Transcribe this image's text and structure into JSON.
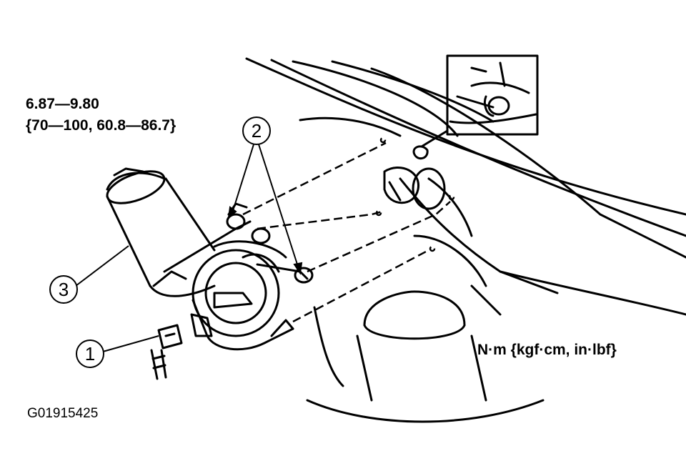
{
  "labels": {
    "torque_line1": "6.87—9.80",
    "torque_line2": "{70—100, 60.8—86.7}",
    "units": "N·m {kgf·cm, in·lbf}",
    "figure_id": "G01915425"
  },
  "callouts": [
    {
      "number": "1",
      "part": "connector"
    },
    {
      "number": "2",
      "part": "mounting-bolts"
    },
    {
      "number": "3",
      "part": "wiper-motor"
    }
  ]
}
